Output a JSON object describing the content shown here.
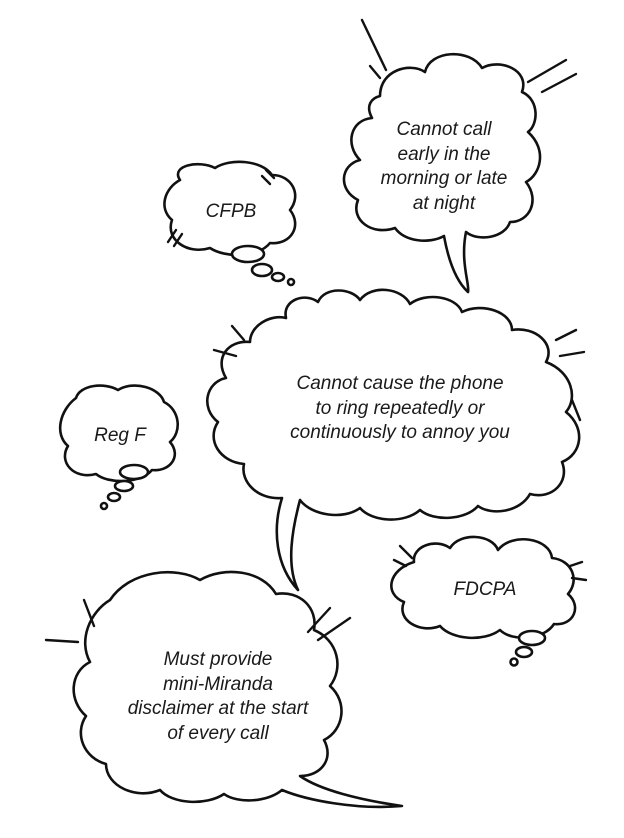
{
  "bubbles": {
    "cfpb": "CFPB",
    "call_hours": "Cannot call\nearly in the\nmorning or late\nat night",
    "repeated_calls": "Cannot cause the phone\nto ring repeatedly or\ncontinuously to annoy you",
    "reg_f": "Reg F",
    "fdcpa": "FDCPA",
    "mini_miranda": "Must provide\nmini-Miranda\ndisclaimer at the start\nof every call"
  },
  "colors": {
    "ink": "#111111",
    "background": "#ffffff"
  }
}
